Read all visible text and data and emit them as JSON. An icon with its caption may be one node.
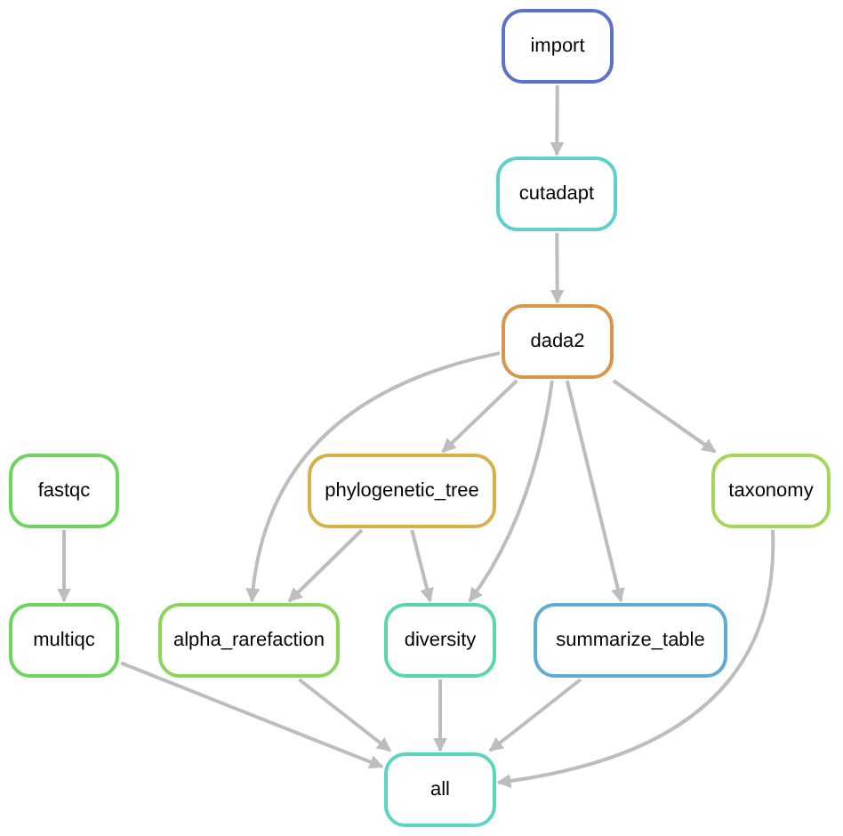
{
  "diagram": {
    "nodes": [
      {
        "text": [
          "import"
        ]
      },
      {
        "text": [
          "cutadapt"
        ]
      },
      {
        "text": [
          "dada2"
        ]
      },
      {
        "text": [
          "fastqc"
        ]
      },
      {
        "text": [
          "phylogenetic_tree"
        ]
      },
      {
        "text": [
          "taxonomy"
        ]
      },
      {
        "text": [
          "multiqc"
        ]
      },
      {
        "text": [
          "alpha_rarefaction"
        ]
      },
      {
        "text": [
          "diversity"
        ]
      },
      {
        "text": [
          "summarize_table"
        ]
      },
      {
        "text": [
          "all"
        ]
      }
    ],
    "edges": [
      {
        "from": 0,
        "to": 1,
        "arrow": "to"
      },
      {
        "from": 1,
        "to": 2,
        "arrow": "to"
      },
      {
        "from": 2,
        "to": 4,
        "arrow": "to"
      },
      {
        "from": 2,
        "to": 7,
        "arrow": "to"
      },
      {
        "from": 2,
        "to": 8,
        "arrow": "to"
      },
      {
        "from": 2,
        "to": 9,
        "arrow": "to"
      },
      {
        "from": 2,
        "to": 5,
        "arrow": "to"
      },
      {
        "from": 3,
        "to": 6,
        "arrow": "to"
      },
      {
        "from": 4,
        "to": 7,
        "arrow": "to"
      },
      {
        "from": 4,
        "to": 8,
        "arrow": "to"
      },
      {
        "from": 6,
        "to": 10,
        "arrow": "to"
      },
      {
        "from": 7,
        "to": 10,
        "arrow": "to"
      },
      {
        "from": 8,
        "to": 10,
        "arrow": "to"
      },
      {
        "from": 9,
        "to": 10,
        "arrow": "to"
      },
      {
        "from": 5,
        "to": 10,
        "arrow": "to"
      }
    ]
  }
}
